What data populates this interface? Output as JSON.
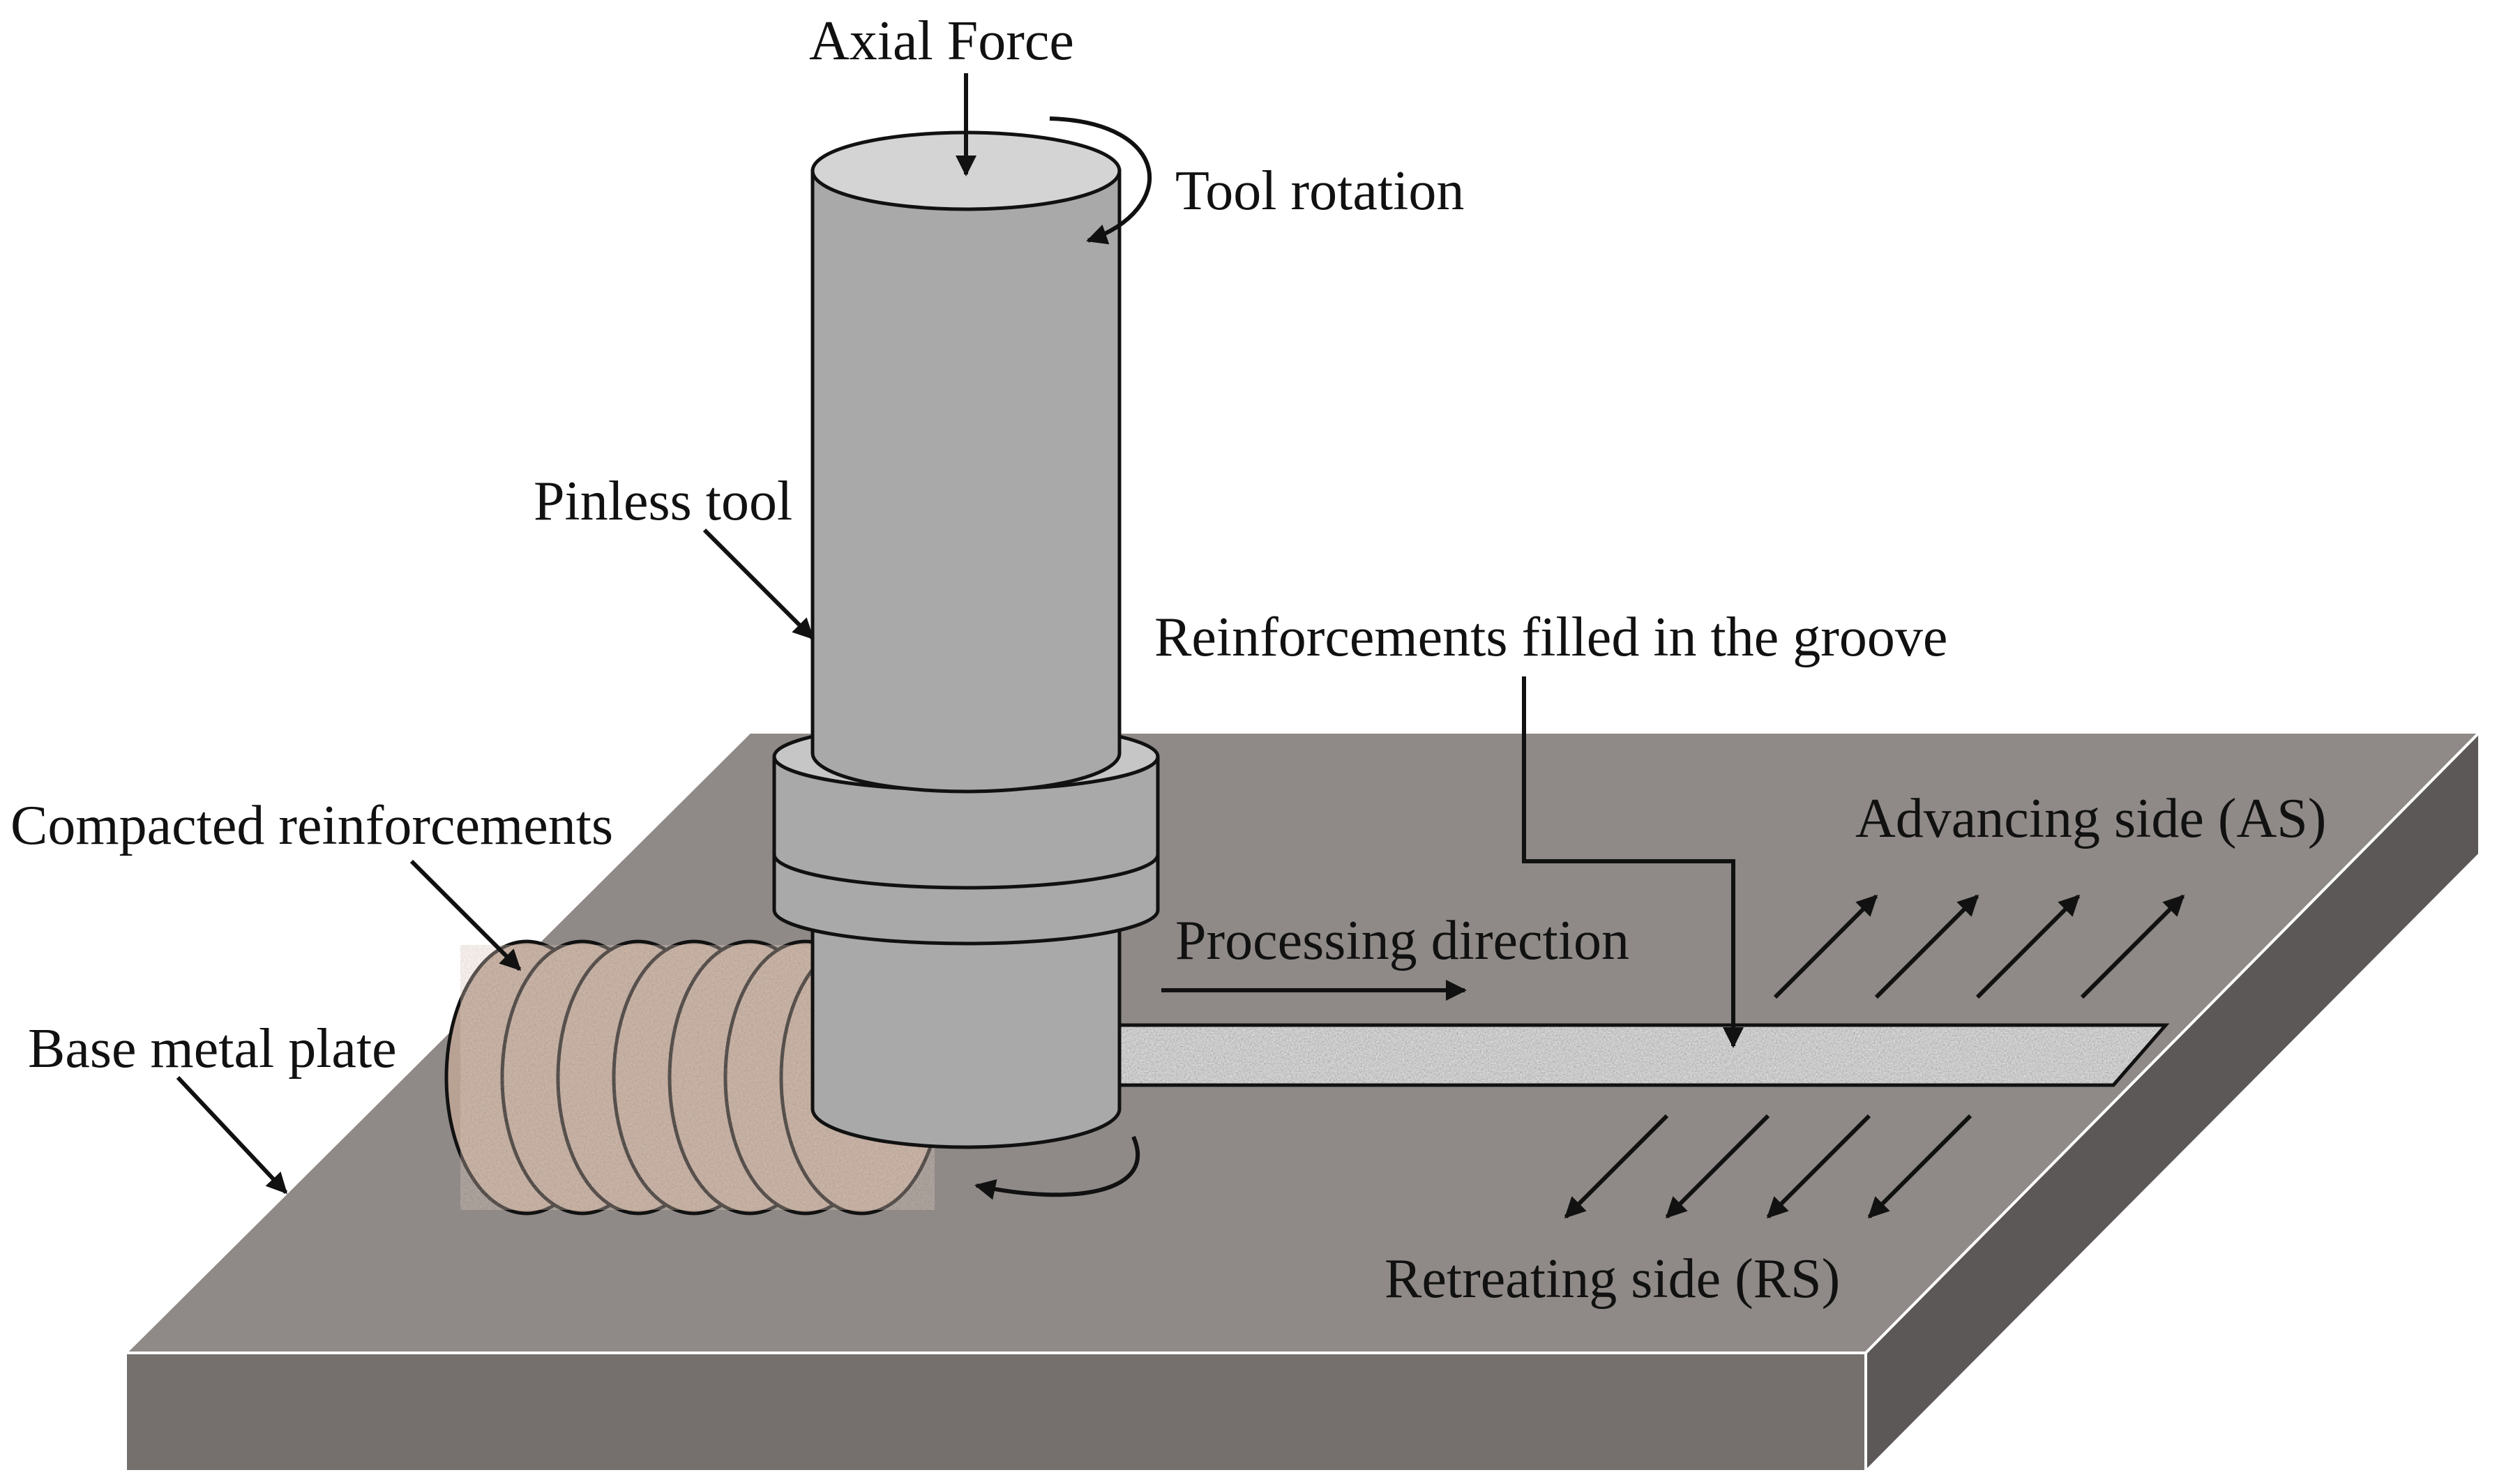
{
  "labels": {
    "axial_force": "Axial Force",
    "tool_rotation": "Tool rotation",
    "pinless_tool": "Pinless tool",
    "reinforcements_groove": "Reinforcements filled in the groove",
    "compacted_reinforcements": "Compacted reinforcements",
    "advancing_side": "Advancing side (AS)",
    "processing_direction": "Processing direction",
    "base_metal_plate": "Base metal plate",
    "retreating_side": "Retreating side (RS)"
  },
  "colors": {
    "plate_top": "#8f8a87",
    "plate_front": "#75706e",
    "plate_side": "#5d5858",
    "tool_body": "#a9a9a9",
    "tool_top": "#d4d4d4",
    "reinforcement": "#b8a294",
    "groove": "#c8c8c8",
    "arrow": "#111111"
  }
}
